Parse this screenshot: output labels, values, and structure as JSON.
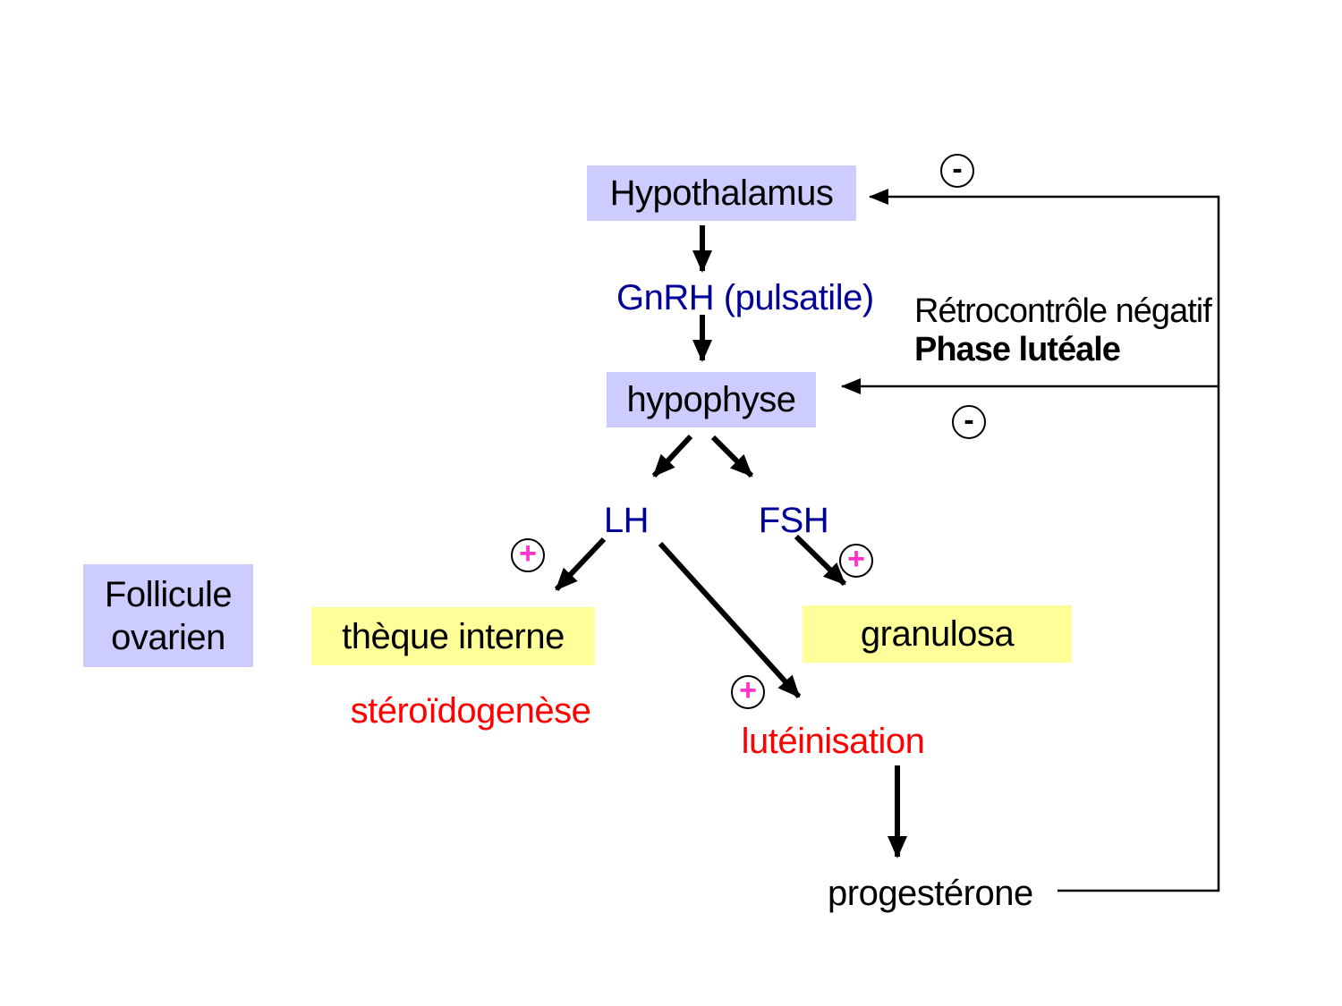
{
  "colors": {
    "node_purple": "#CCCCFF",
    "node_yellow": "#FFFF99",
    "hormone_blue": "#000099",
    "process_red": "#FF0000",
    "plus_pink": "#FF33CC",
    "line_black": "#000000"
  },
  "nodes": {
    "hypothalamus": "Hypothalamus",
    "hypophyse": "hypophyse",
    "follicule_line1": "Follicule",
    "follicule_line2": "ovarien",
    "theque": "thèque interne",
    "granulosa": "granulosa"
  },
  "hormones": {
    "gnrh": "GnRH (pulsatile)",
    "lh": "LH",
    "fsh": "FSH",
    "progesterone": "progestérone"
  },
  "processes": {
    "steroidogenese": "stéroïdogenèse",
    "luteinisation": "lutéinisation"
  },
  "feedback": {
    "line1": "Rétrocontrôle négatif",
    "line2": "Phase lutéale"
  },
  "signs": {
    "plus": "+",
    "minus": "-"
  }
}
